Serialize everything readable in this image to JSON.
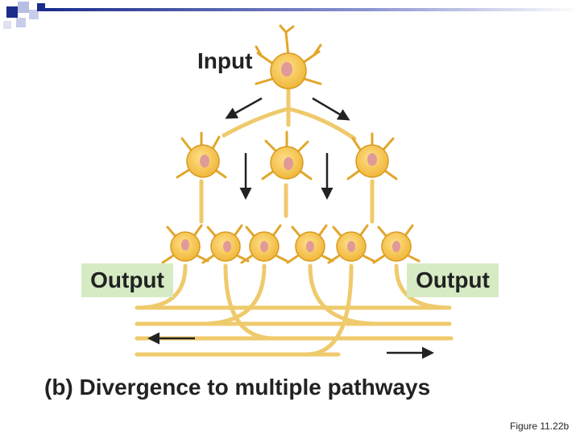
{
  "diagram": {
    "input_label": "Input",
    "output_left": "Output",
    "output_right": "Output",
    "caption": "(b) Divergence to multiple pathways",
    "figure_ref": "Figure 11.22b"
  },
  "colors": {
    "neuron_fill": "#f0b73a",
    "neuron_edge": "#d89a1f",
    "nucleus": "#e09a9a",
    "axon": "#efca6c",
    "output_box": "#d6ebc4",
    "deco_navy": "#1b2d8c",
    "deco_lavender": "#b7bde3"
  }
}
